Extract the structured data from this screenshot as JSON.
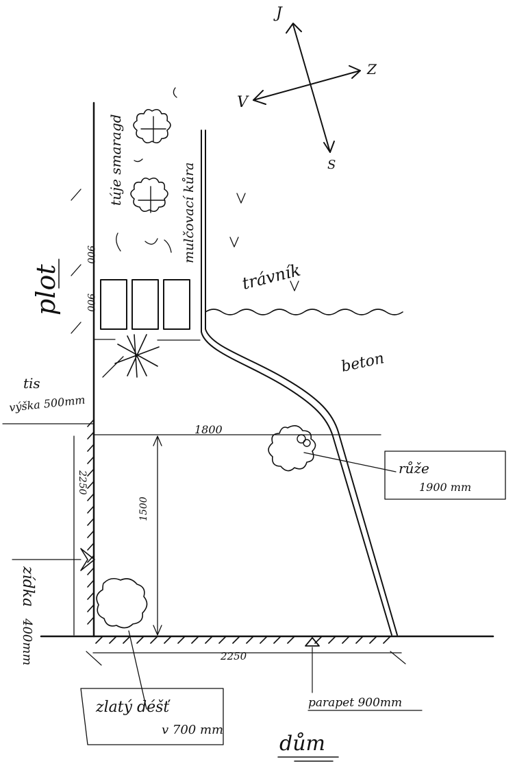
{
  "labels": {
    "compass_north": "J",
    "compass_east": "Z",
    "compass_south": "S",
    "compass_west": "V",
    "thuja": "túje smaragd",
    "mulch": "mulčovací kůra",
    "lawn": "trávník",
    "fence": "plot",
    "concrete": "beton",
    "yew": "tis",
    "yew_height": "výška 500mm",
    "rose": "růže",
    "rose_height": "1900 mm",
    "tank": "zídka",
    "tank_height": "400mm",
    "goldenrain": "zlatý déšť",
    "goldenrain_height": "v 700 mm",
    "parapet": "parapet 900mm",
    "house": "dům"
  },
  "dimensions": {
    "fence_900_a": "900",
    "fence_900_b": "900",
    "width_1800": "1800",
    "height_2250": "2250",
    "height_1500": "1500",
    "bottom_2250": "2250"
  }
}
